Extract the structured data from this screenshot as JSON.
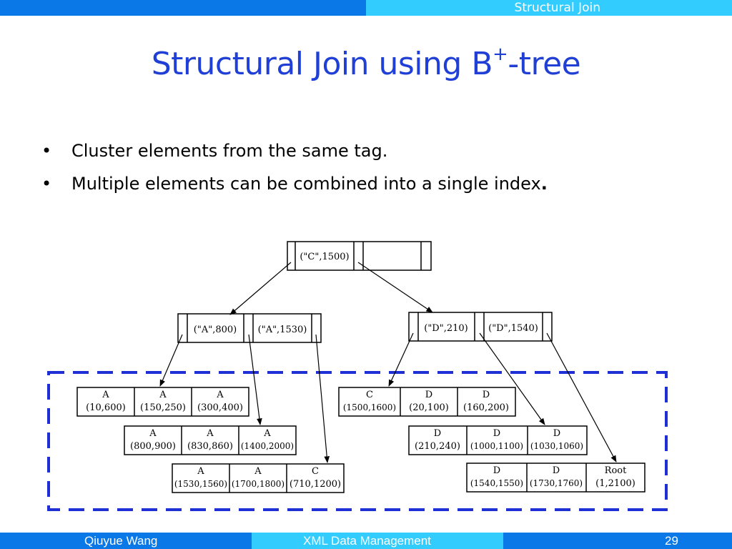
{
  "header": {
    "section": "Structural Join"
  },
  "title": {
    "main": "Structural Join using B",
    "sup": "+",
    "tail": "-tree"
  },
  "bullets": [
    {
      "text": "Cluster elements from the same tag."
    },
    {
      "text": "Multiple elements can be combined into a single index",
      "bold_tail": "."
    }
  ],
  "tree": {
    "root": [
      "(\"C\",1500)"
    ],
    "internal": [
      [
        "(\"A\",800)",
        "(\"A\",1530)"
      ],
      [
        "(\"D\",210)",
        "(\"D\",1540)"
      ]
    ],
    "leaves": [
      [
        {
          "tag": "A",
          "range": "(10,600)"
        },
        {
          "tag": "A",
          "range": "(150,250)"
        },
        {
          "tag": "A",
          "range": "(300,400)"
        }
      ],
      [
        {
          "tag": "A",
          "range": "(800,900)"
        },
        {
          "tag": "A",
          "range": "(830,860)"
        },
        {
          "tag": "A",
          "range": "(1400,2000)"
        }
      ],
      [
        {
          "tag": "A",
          "range": "(1530,1560)"
        },
        {
          "tag": "A",
          "range": "(1700,1800)"
        },
        {
          "tag": "C",
          "range": "(710,1200)"
        }
      ],
      [
        {
          "tag": "C",
          "range": "(1500,1600)"
        },
        {
          "tag": "D",
          "range": "(20,100)"
        },
        {
          "tag": "D",
          "range": "(160,200)"
        }
      ],
      [
        {
          "tag": "D",
          "range": "(210,240)"
        },
        {
          "tag": "D",
          "range": "(1000,1100)"
        },
        {
          "tag": "D",
          "range": "(1030,1060)"
        }
      ],
      [
        {
          "tag": "D",
          "range": "(1540,1550)"
        },
        {
          "tag": "D",
          "range": "(1730,1760)"
        },
        {
          "tag": "Root",
          "range": "(1,2100)"
        }
      ]
    ]
  },
  "colors": {
    "title": "#1f3fd6",
    "bar_dark": "#0a78e6",
    "bar_light": "#33ccff",
    "dashed_box": "#1f2fd6"
  },
  "footer": {
    "author": "Qiuyue Wang",
    "course": "XML Data Management",
    "page": "29"
  }
}
